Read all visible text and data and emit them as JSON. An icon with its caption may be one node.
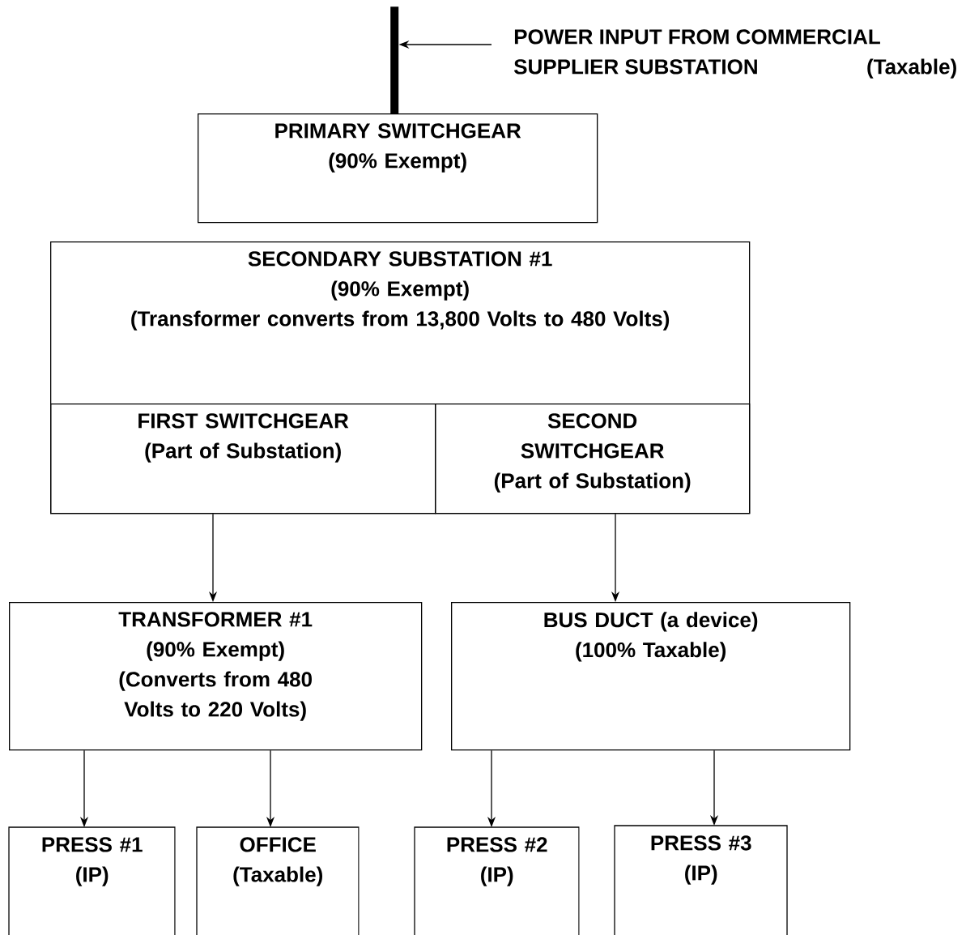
{
  "diagram": {
    "nodes": [
      {
        "text": [
          "POWER INPUT FROM COMMERCIAL SUPPLIER SUBSTATION",
          "(Taxable)"
        ]
      },
      {
        "text": [],
        "shape": "bar"
      },
      {
        "text": [
          "PRIMARY SWITCHGEAR",
          "(90% Exempt)"
        ]
      },
      {
        "text": [
          "SECONDARY SUBSTATION #1",
          "(90% Exempt)",
          "(Transformer converts from 13,800 Volts to 480 Volts)"
        ]
      },
      {
        "text": [
          "FIRST SWITCHGEAR",
          "(Part of Substation)"
        ],
        "in": 3
      },
      {
        "text": [
          "SECOND SWITCHGEAR",
          "(Part of Substation)"
        ],
        "in": 3
      },
      {
        "text": [
          "TRANSFORMER #1",
          "(90% Exempt)",
          "(Converts from 480 Volts to 220 Volts)"
        ]
      },
      {
        "text": [
          "BUS DUCT (a device)",
          "(100% Taxable)"
        ]
      },
      {
        "text": [
          "PRESS #1",
          "(IP)"
        ]
      },
      {
        "text": [
          "OFFICE",
          "(Taxable)"
        ]
      },
      {
        "text": [
          "PRESS #2",
          "(IP)"
        ]
      },
      {
        "text": [
          "PRESS #3",
          "(IP)"
        ]
      }
    ],
    "edges": [
      {
        "from": 0,
        "to": 1,
        "arrow": "to"
      },
      {
        "from": 4,
        "to": 6,
        "arrow": "to"
      },
      {
        "from": 5,
        "to": 7,
        "arrow": "to"
      },
      {
        "from": 6,
        "to": 8,
        "arrow": "to"
      },
      {
        "from": 6,
        "to": 9,
        "arrow": "to"
      },
      {
        "from": 7,
        "to": 10,
        "arrow": "to"
      },
      {
        "from": 7,
        "to": 11,
        "arrow": "to"
      }
    ]
  }
}
